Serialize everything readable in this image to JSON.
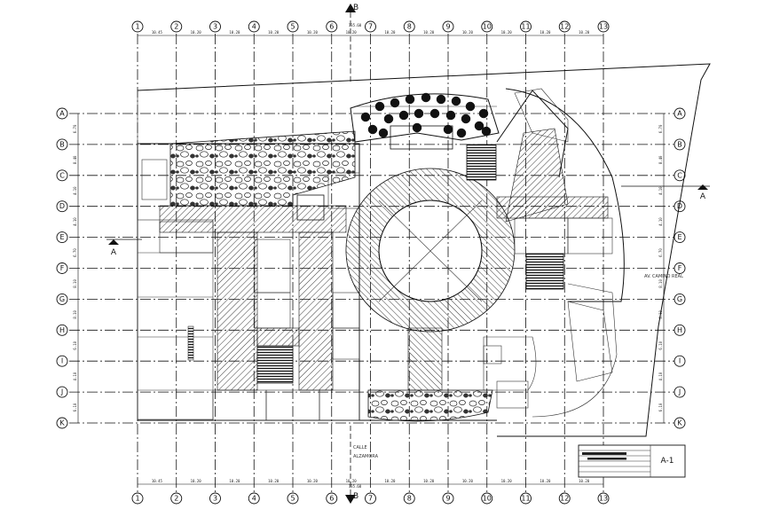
{
  "grid": {
    "columns": [
      "1",
      "2",
      "3",
      "4",
      "5",
      "6",
      "7",
      "8",
      "9",
      "10",
      "11",
      "12",
      "13"
    ],
    "rows": [
      "A",
      "B",
      "C",
      "D",
      "E",
      "F",
      "G",
      "H",
      "I",
      "J",
      "K"
    ],
    "col_dims": [
      "10.45",
      "10.20",
      "10.20",
      "10.20",
      "10.20",
      "10.20",
      "10.20",
      "10.20",
      "10.20",
      "10.20",
      "10.20",
      "10.20"
    ],
    "row_dims": [
      "6.70",
      "8.40",
      "4.10",
      "4.10",
      "6.70",
      "8.10",
      "8.10",
      "6.10",
      "4.10",
      "6.10"
    ],
    "total_dim": "135.60"
  },
  "section_marks": {
    "b_top": "B",
    "b_bottom": "B",
    "a_left": "A",
    "a_right": "A"
  },
  "labels": {
    "street_right": "AV. CAMINO REAL",
    "street_bottom_1": "CALLE",
    "street_bottom_2": "ALZAMORA"
  },
  "title_block": {
    "sheet": "A-1"
  },
  "colors": {
    "line": "#111111",
    "hatch": "#222222",
    "background": "#ffffff"
  }
}
